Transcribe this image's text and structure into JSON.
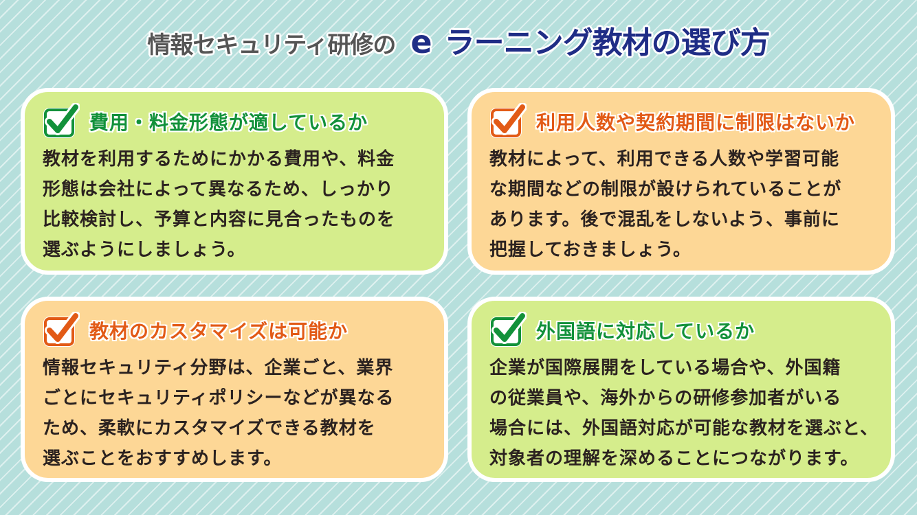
{
  "header": {
    "title_part1": "情報セキュリティ研修の",
    "title_e": "e",
    "title_part2": "ラーニング教材の選び方"
  },
  "colors": {
    "background": "#b6dfdc",
    "green_card": "#d5ed8c",
    "orange_card": "#fdd796",
    "green_accent": "#12913a",
    "orange_accent": "#e25a16",
    "title_gray": "#555555",
    "title_navy": "#1f2d86"
  },
  "cards": [
    {
      "icon": "checkbox-checked-icon",
      "heading": "費用・料金形態が適しているか",
      "lines": [
        "教材を利用するためにかかる費用や、料金",
        "形態は会社によって異なるため、しっかり",
        "比較検討し、予算と内容に見合ったものを",
        "選ぶようにしましょう。"
      ]
    },
    {
      "icon": "checkbox-checked-icon",
      "heading": "利用人数や契約期間に制限はないか",
      "lines": [
        "教材によって、利用できる人数や学習可能",
        "な期間などの制限が設けられていることが",
        "あります。後で混乱をしないよう、事前に",
        "把握しておきましょう。"
      ]
    },
    {
      "icon": "checkbox-checked-icon",
      "heading": "教材のカスタマイズは可能か",
      "lines": [
        "情報セキュリティ分野は、企業ごと、業界",
        "ごとにセキュリティポリシーなどが異なる",
        "ため、柔軟にカスタマイズできる教材を",
        "選ぶことをおすすめします。"
      ]
    },
    {
      "icon": "checkbox-checked-icon",
      "heading": "外国語に対応しているか",
      "lines": [
        "企業が国際展開をしている場合や、外国籍",
        "の従業員や、海外からの研修参加者がいる",
        "場合には、外国語対応が可能な教材を選ぶと、",
        "対象者の理解を深めることにつながります。"
      ]
    }
  ]
}
